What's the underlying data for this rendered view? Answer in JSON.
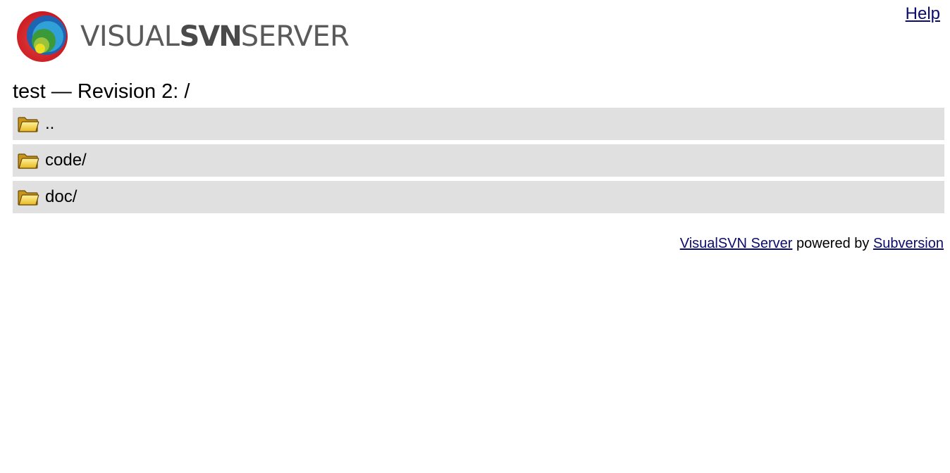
{
  "header": {
    "help_label": "Help",
    "logo_wordmark_light_1": "VISUAL",
    "logo_wordmark_bold": "SVN",
    "logo_wordmark_light_2": "SERVER"
  },
  "page": {
    "title": "test — Revision 2: /"
  },
  "listing": {
    "items": [
      {
        "label": "..",
        "icon": "folder-icon"
      },
      {
        "label": "code/",
        "icon": "folder-icon"
      },
      {
        "label": "doc/",
        "icon": "folder-icon"
      }
    ]
  },
  "footer": {
    "product_link": "VisualSVN Server",
    "powered_by_text": " powered by ",
    "subversion_link": "Subversion"
  },
  "colors": {
    "link": "#0b0b6e",
    "row_background": "#e0e0e0",
    "logo_red": "#d6242b",
    "logo_blue": "#1f63b3",
    "logo_green": "#3a9a3a",
    "logo_yellow": "#e8e020"
  }
}
